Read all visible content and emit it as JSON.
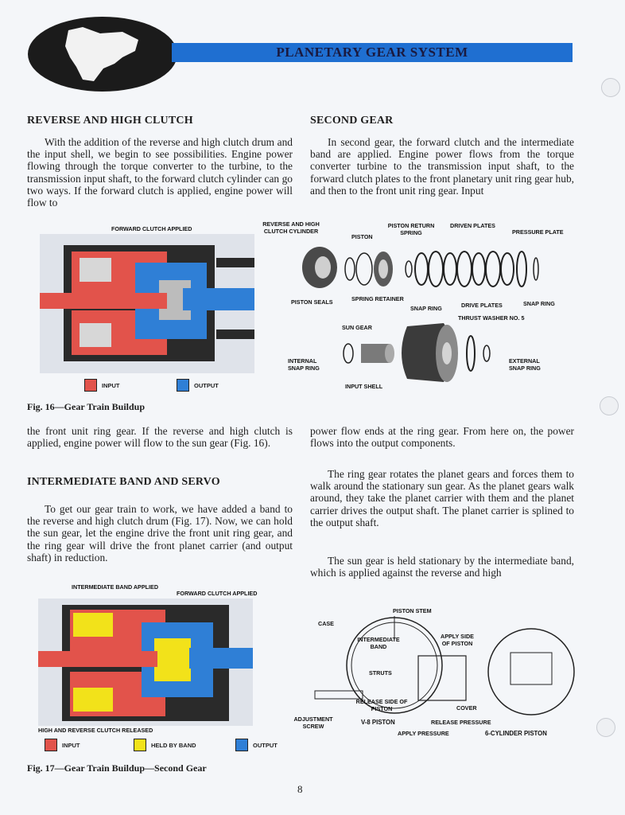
{
  "header": {
    "title": "PLANETARY GEAR SYSTEM"
  },
  "left": {
    "h1": "REVERSE AND HIGH CLUTCH",
    "p1": "With the addition of the reverse and high clutch drum and the input shell, we begin to see possibilities. Engine power flowing through the torque converter to the turbine, to the transmission input shaft, to the forward clutch cylinder can go two ways. If the forward clutch is applied, engine power will flow to",
    "p2": "the front unit ring gear. If the reverse and high clutch is applied, engine power will flow to the sun gear (Fig. 16).",
    "h2": "INTERMEDIATE BAND AND SERVO",
    "p3": "To get our gear train to work, we have added a band to the reverse and high clutch drum (Fig. 17). Now, we can hold the sun gear, let the engine drive the front unit ring gear, and the ring gear will drive the front planet carrier (and output shaft) in reduction."
  },
  "right": {
    "h1": "SECOND GEAR",
    "p1": "In second gear, the forward clutch and the intermediate band are applied. Engine power flows from the torque converter turbine to the transmission input shaft, to the forward clutch plates to the front planetary unit ring gear hub, and then to the front unit ring gear. Input",
    "p2": "power flow ends at the ring gear. From here on, the power flows into the output components.",
    "p3": "The ring gear rotates the planet gears and forces them to walk around the stationary sun gear. As the planet gears walk around, they take the planet carrier with them and the planet carrier drives the output shaft. The planet carrier is splined to the output shaft.",
    "p4": "The sun gear is held stationary by the intermediate band, which is applied against the reverse and high"
  },
  "fig16": {
    "caption": "Fig. 16—Gear Train Buildup",
    "label_forward": "FORWARD CLUTCH APPLIED",
    "legend_input": "INPUT",
    "legend_output": "OUTPUT"
  },
  "exploded": {
    "reverse_high": "REVERSE AND HIGH CLUTCH CYLINDER",
    "piston": "PISTON",
    "piston_return": "PISTON RETURN SPRING",
    "driven": "DRIVEN PLATES",
    "pressure": "PRESSURE PLATE",
    "seals": "PISTON SEALS",
    "retainer": "SPRING RETAINER",
    "snap1": "SNAP RING",
    "drive": "DRIVE PLATES",
    "snap2": "SNAP RING",
    "thrust": "THRUST WASHER NO. 5",
    "sun": "SUN GEAR",
    "internal": "INTERNAL SNAP RING",
    "external": "EXTERNAL SNAP RING",
    "shell": "INPUT SHELL"
  },
  "fig17": {
    "caption": "Fig. 17—Gear Train Buildup—Second Gear",
    "band": "INTERMEDIATE BAND APPLIED",
    "forward": "FORWARD CLUTCH APPLIED",
    "released": "HIGH AND REVERSE CLUTCH RELEASED",
    "legend_input": "INPUT",
    "legend_held": "HELD BY BAND",
    "legend_output": "OUTPUT"
  },
  "servo": {
    "stem": "PISTON STEM",
    "case": "CASE",
    "band": "INTERMEDIATE BAND",
    "apply_side": "APPLY SIDE OF PISTON",
    "struts": "STRUTS",
    "release_side": "RELEASE SIDE OF PISTON",
    "cover": "COVER",
    "adjust": "ADJUSTMENT SCREW",
    "v8": "V-8 PISTON",
    "release_pressure": "RELEASE PRESSURE",
    "apply_pressure": "APPLY PRESSURE",
    "six": "6-CYLINDER PISTON"
  },
  "page_number": "8",
  "colors": {
    "input": "#e2534b",
    "output": "#2f7fd6",
    "held": "#f2e21a",
    "header": "#1f6fd1"
  }
}
